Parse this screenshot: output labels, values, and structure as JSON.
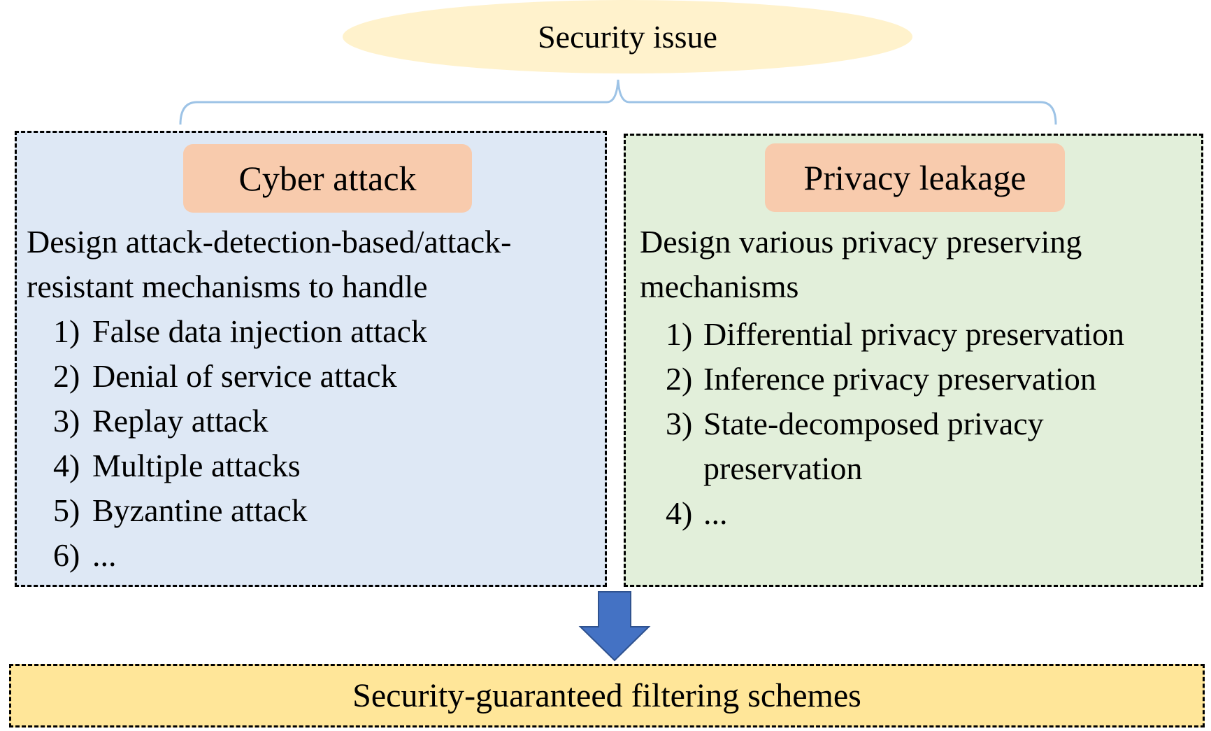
{
  "colors": {
    "ellipse": "#fff2cc",
    "connector": "#9dc3e6",
    "left_panel": "#dee8f5",
    "right_panel": "#e2efda",
    "pill": "#f8cbad",
    "arrow": "#4472c4",
    "bottom_box": "#ffe699"
  },
  "top": {
    "label": "Security issue"
  },
  "left": {
    "title": "Cyber attack",
    "intro": "Design attack-detection-based/attack-resistant mechanisms to handle",
    "items": [
      {
        "num": "1)",
        "text": "False data injection attack"
      },
      {
        "num": "2)",
        "text": "Denial of service attack"
      },
      {
        "num": "3)",
        "text": "Replay attack"
      },
      {
        "num": "4)",
        "text": "Multiple attacks"
      },
      {
        "num": "5)",
        "text": "Byzantine attack"
      },
      {
        "num": "6)",
        "text": "..."
      }
    ]
  },
  "right": {
    "title": "Privacy leakage",
    "intro": "Design various privacy preserving mechanisms",
    "items": [
      {
        "num": "1)",
        "text": "Differential privacy preservation"
      },
      {
        "num": "2)",
        "text": "Inference privacy preservation"
      },
      {
        "num": "3)",
        "text": "State-decomposed privacy preservation"
      },
      {
        "num": "4)",
        "text": "..."
      }
    ]
  },
  "bottom": {
    "label": "Security-guaranteed filtering schemes"
  },
  "icons": {
    "arrow": "arrow-down-icon",
    "brace": "curly-brace-icon"
  }
}
